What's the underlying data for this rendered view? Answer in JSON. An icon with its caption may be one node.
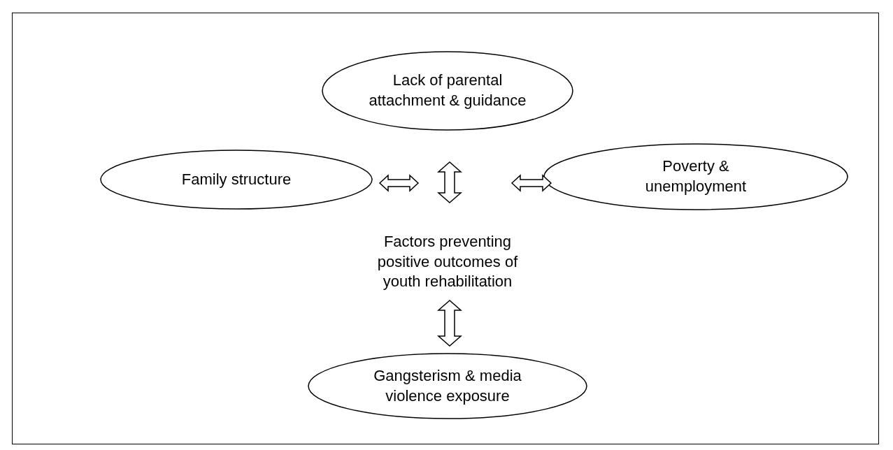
{
  "diagram": {
    "nodes": [
      {
        "text": [
          "Lack of parental attachment & guidance"
        ]
      },
      {
        "text": [
          "Family structure"
        ]
      },
      {
        "text": [
          "Poverty & unemployment"
        ]
      },
      {
        "text": [
          "Factors preventing positive outcomes of youth rehabilitation"
        ]
      },
      {
        "text": [
          "Gangsterism & media violence exposure"
        ]
      }
    ],
    "edges": [
      {
        "from": null,
        "to": 1,
        "arrow": "both"
      },
      {
        "from": 3,
        "to": 0,
        "arrow": "both"
      },
      {
        "from": null,
        "to": 2,
        "arrow": "both"
      },
      {
        "from": 3,
        "to": 4,
        "arrow": "both"
      }
    ]
  }
}
